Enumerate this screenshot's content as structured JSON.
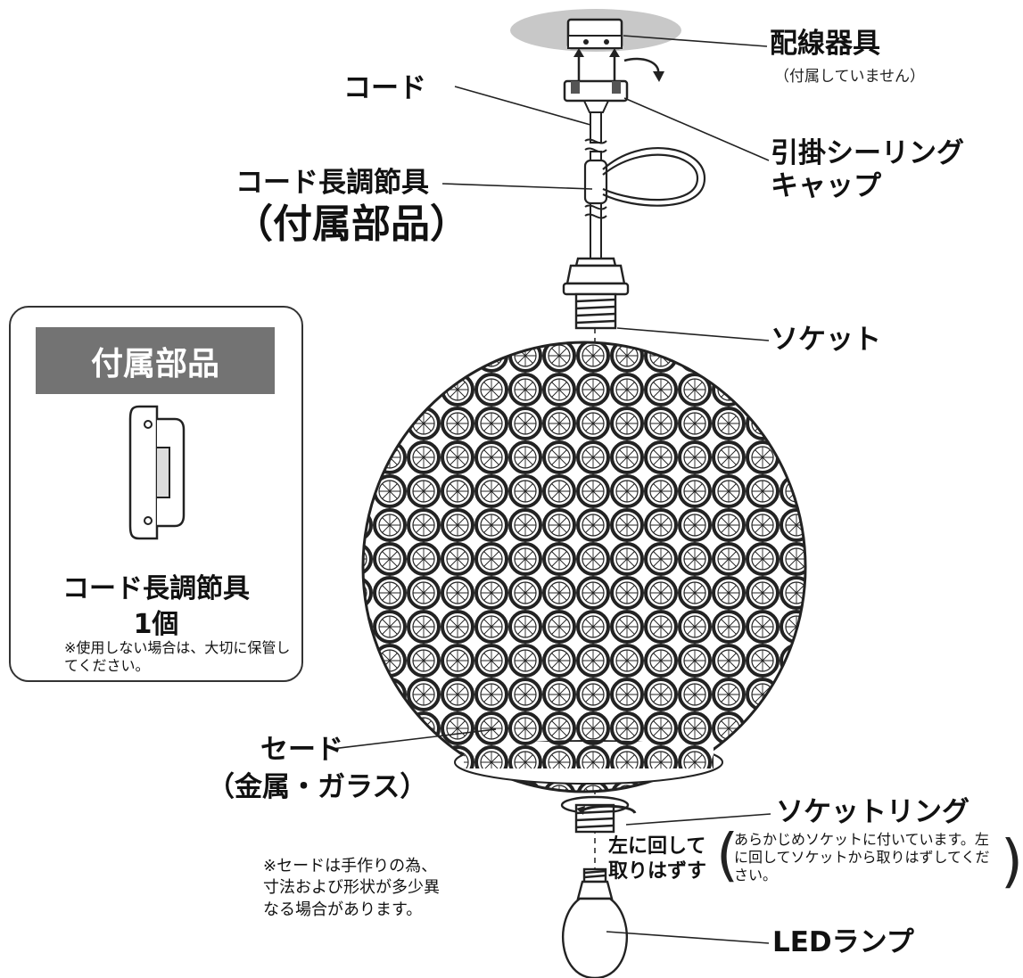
{
  "labels": {
    "wiring": "配線器具",
    "wiring_note": "（付属していません）",
    "cord": "コード",
    "ceiling_cap": "引掛シーリング",
    "ceiling_cap2": "キャップ",
    "adjuster": "コード長調節具",
    "accessory_paren": "（付属部品）",
    "socket": "ソケット",
    "shade": "セード",
    "shade_material": "（金属・ガラス）",
    "shade_note": "※セードは手作りの為、寸法および形状が多少異なる場合があります。",
    "socket_ring": "ソケットリング",
    "turn_left": "左に回して取りはずす",
    "ring_note": "あらかじめソケットに付いています。左に回してソケットから取りはずしてください。",
    "led_lamp": "LEDランプ"
  },
  "accessory_panel": {
    "title": "付属部品",
    "item_name": "コード長調節具",
    "quantity": "1個",
    "note": "※使用しない場合は、大切に保管してください。"
  },
  "colors": {
    "panel_header": "#737373",
    "ceiling": "#c8c8c8",
    "line": "#222222"
  }
}
